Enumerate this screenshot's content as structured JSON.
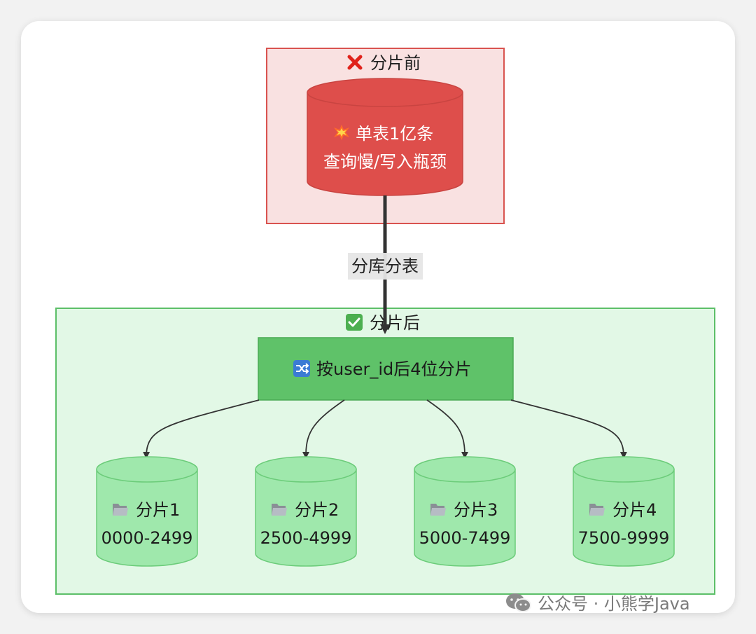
{
  "before": {
    "title_icon": "red-cross-icon",
    "title": "分片前",
    "db_icon": "collision-icon",
    "db_line1": "单表1亿条",
    "db_line2": "查询慢/写入瓶颈",
    "fill": "#de4e4b",
    "box_fill": "#f9e1e1",
    "box_border": "#d9534f"
  },
  "edge": {
    "label": "分库分表"
  },
  "after": {
    "title_icon": "check-mark-button-icon",
    "title": "分片后",
    "router_icon": "shuffle-icon",
    "router_label": "按user_id后4位分片",
    "box_fill": "#e2f8e6",
    "box_border": "#5cbf68",
    "router_fill": "#5fc269",
    "shard_fill": "#9fe8ac",
    "shards": [
      {
        "icon": "folder-icon",
        "name": "分片1",
        "range": "0000-2499"
      },
      {
        "icon": "folder-icon",
        "name": "分片2",
        "range": "2500-4999"
      },
      {
        "icon": "folder-icon",
        "name": "分片3",
        "range": "5000-7499"
      },
      {
        "icon": "folder-icon",
        "name": "分片4",
        "range": "7500-9999"
      }
    ]
  },
  "watermark": {
    "icon": "wechat-icon",
    "text": "公众号 · 小熊学Java"
  }
}
